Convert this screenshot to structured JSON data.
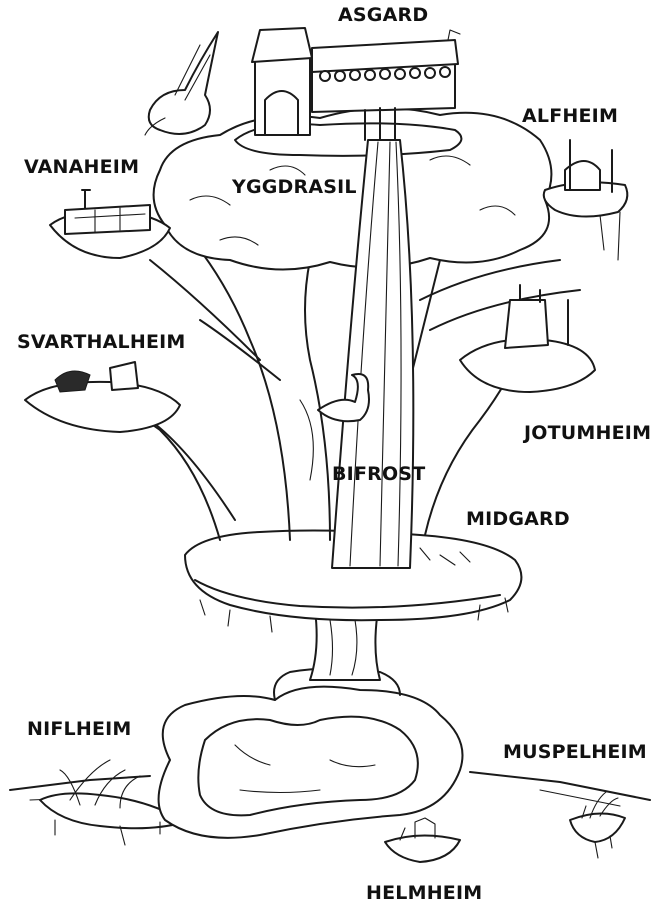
{
  "labels": {
    "asgard": "ASGARD",
    "alfheim": "ALFHEIM",
    "vanaheim": "VANAHEIM",
    "yggdrasil": "YGGDRASIL",
    "svarthalheim": "SVARTHALHEIM",
    "jotumheim": "JOTUMHEIM",
    "bifrost": "BIFROST",
    "midgard": "MIDGARD",
    "niflheim": "NIFLHEIM",
    "muspelheim": "MUSPELHEIM",
    "helmheim": "HELMHEIM"
  },
  "colors": {
    "ink": "#1a1a1a",
    "paper": "#ffffff"
  }
}
